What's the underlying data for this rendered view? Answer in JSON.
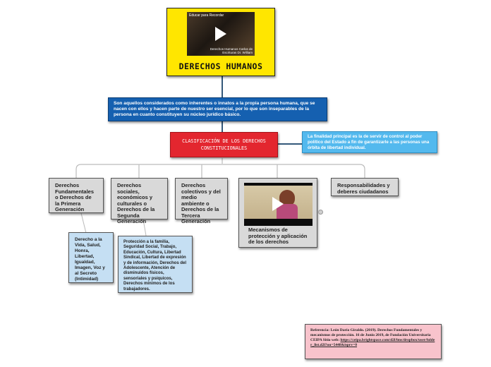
{
  "root": {
    "title": "DERECHOS HUMANOS",
    "video_caption_top": "Educar para Recordar",
    "video_caption_bottom": "Derechos Humanos  Carlos de Escrituras  Dr. William"
  },
  "definition": "Son aquellos considerados como inherentes o innatos a la propia persona humana, que se nacen con ellos y hacen parte de nuestro ser esencial, por lo que son inseparables de la persona en cuanto constituyen su núcleo jurídico básico.",
  "classification": "CLASIFICACIÓN DE LOS DERECHOS CONSTITUCIONALES",
  "purpose": "La finalidad principal es la de servir de control al poder político del Estado a fin de garantizarle a las personas una órbita de libertad individual.",
  "categories": [
    "Derechos Fundamentales o Derechos de la Primera Generación",
    "Derechos sociales, económicos y culturales o Derechos de la Segunda Generación",
    "Derechos colectivos y del medio ambiente o Derechos de la Tercera Generación",
    "Mecanismos de protección y aplicación de los derechos",
    "Responsabilidades y deberes ciudadanos"
  ],
  "details": {
    "first_gen": "Derecho a la Vida, Salud, Honra, Libertad, Igualdad, Imagen, Voz y al Secreto (Intimidad)",
    "second_gen": "Protección a la familia, Seguridad Social, Trabajo, Educación, Cultura, Libertad Sindical, Libertad de expresión y de información, Derechos del Adolescente, Atención de disminuidos físicos, sensoriales y psíquicos, Derechos mínimos de los trabajadores."
  },
  "reference": {
    "text": "Referencia: León Darío Giraldo. (2019). Derechos Fundamentales y mecanismos de protección. 16 de Junio 2019, de Fundación Universitaria CEIPA Sitio web:",
    "url": "https://ceipa.brightspace.com/d2l/lms/dropbox/user/folder_list.d2l?ou=5448&isprv=0"
  },
  "colors": {
    "root_fill": "#ffe600",
    "definition_fill": "#1560b0",
    "classification_fill": "#e3262f",
    "purpose_fill": "#53b9ee",
    "category_fill": "#d9d9d9",
    "detail_fill": "#c5dff3",
    "reference_fill": "#f8c3cc"
  }
}
